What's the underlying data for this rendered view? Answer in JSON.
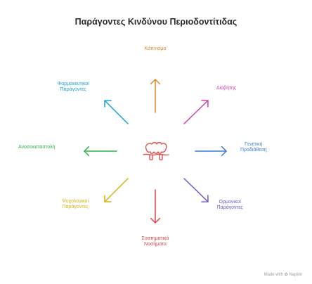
{
  "title": "Παράγοντες Κινδύνου Περιοδοντίτιδας",
  "center_icon": "tooth-icon",
  "center_color": "#d9534f",
  "factors": [
    {
      "name": "smoking",
      "lines": [
        "Κάπνισμα"
      ],
      "color": "#d98c2b"
    },
    {
      "name": "diabetes",
      "lines": [
        "Διαβήτης"
      ],
      "color": "#d63fa4"
    },
    {
      "name": "genetic-predisposition",
      "lines": [
        "Γενετική",
        "Προδιάθεση"
      ],
      "color": "#3a7bd5"
    },
    {
      "name": "hormonal-factors",
      "lines": [
        "Ορμονικοί",
        "Παράγοντες"
      ],
      "color": "#6a5acd"
    },
    {
      "name": "systemic-diseases",
      "lines": [
        "Συστηματικά",
        "Νοσήματα"
      ],
      "color": "#e04343"
    },
    {
      "name": "psychological-factors",
      "lines": [
        "Ψυχολογικοί",
        "Παράγοντες"
      ],
      "color": "#d4b20f"
    },
    {
      "name": "immunosuppression",
      "lines": [
        "Ανοσοκαταστολή"
      ],
      "color": "#2db34a"
    },
    {
      "name": "pharmaceutical-factors",
      "lines": [
        "Φαρμακευτικοί",
        "Παράγοντες"
      ],
      "color": "#1a9fd6"
    }
  ],
  "footer": {
    "prefix": "Made with",
    "brand": "Napkin",
    "icon": "napkin-logo-icon"
  }
}
